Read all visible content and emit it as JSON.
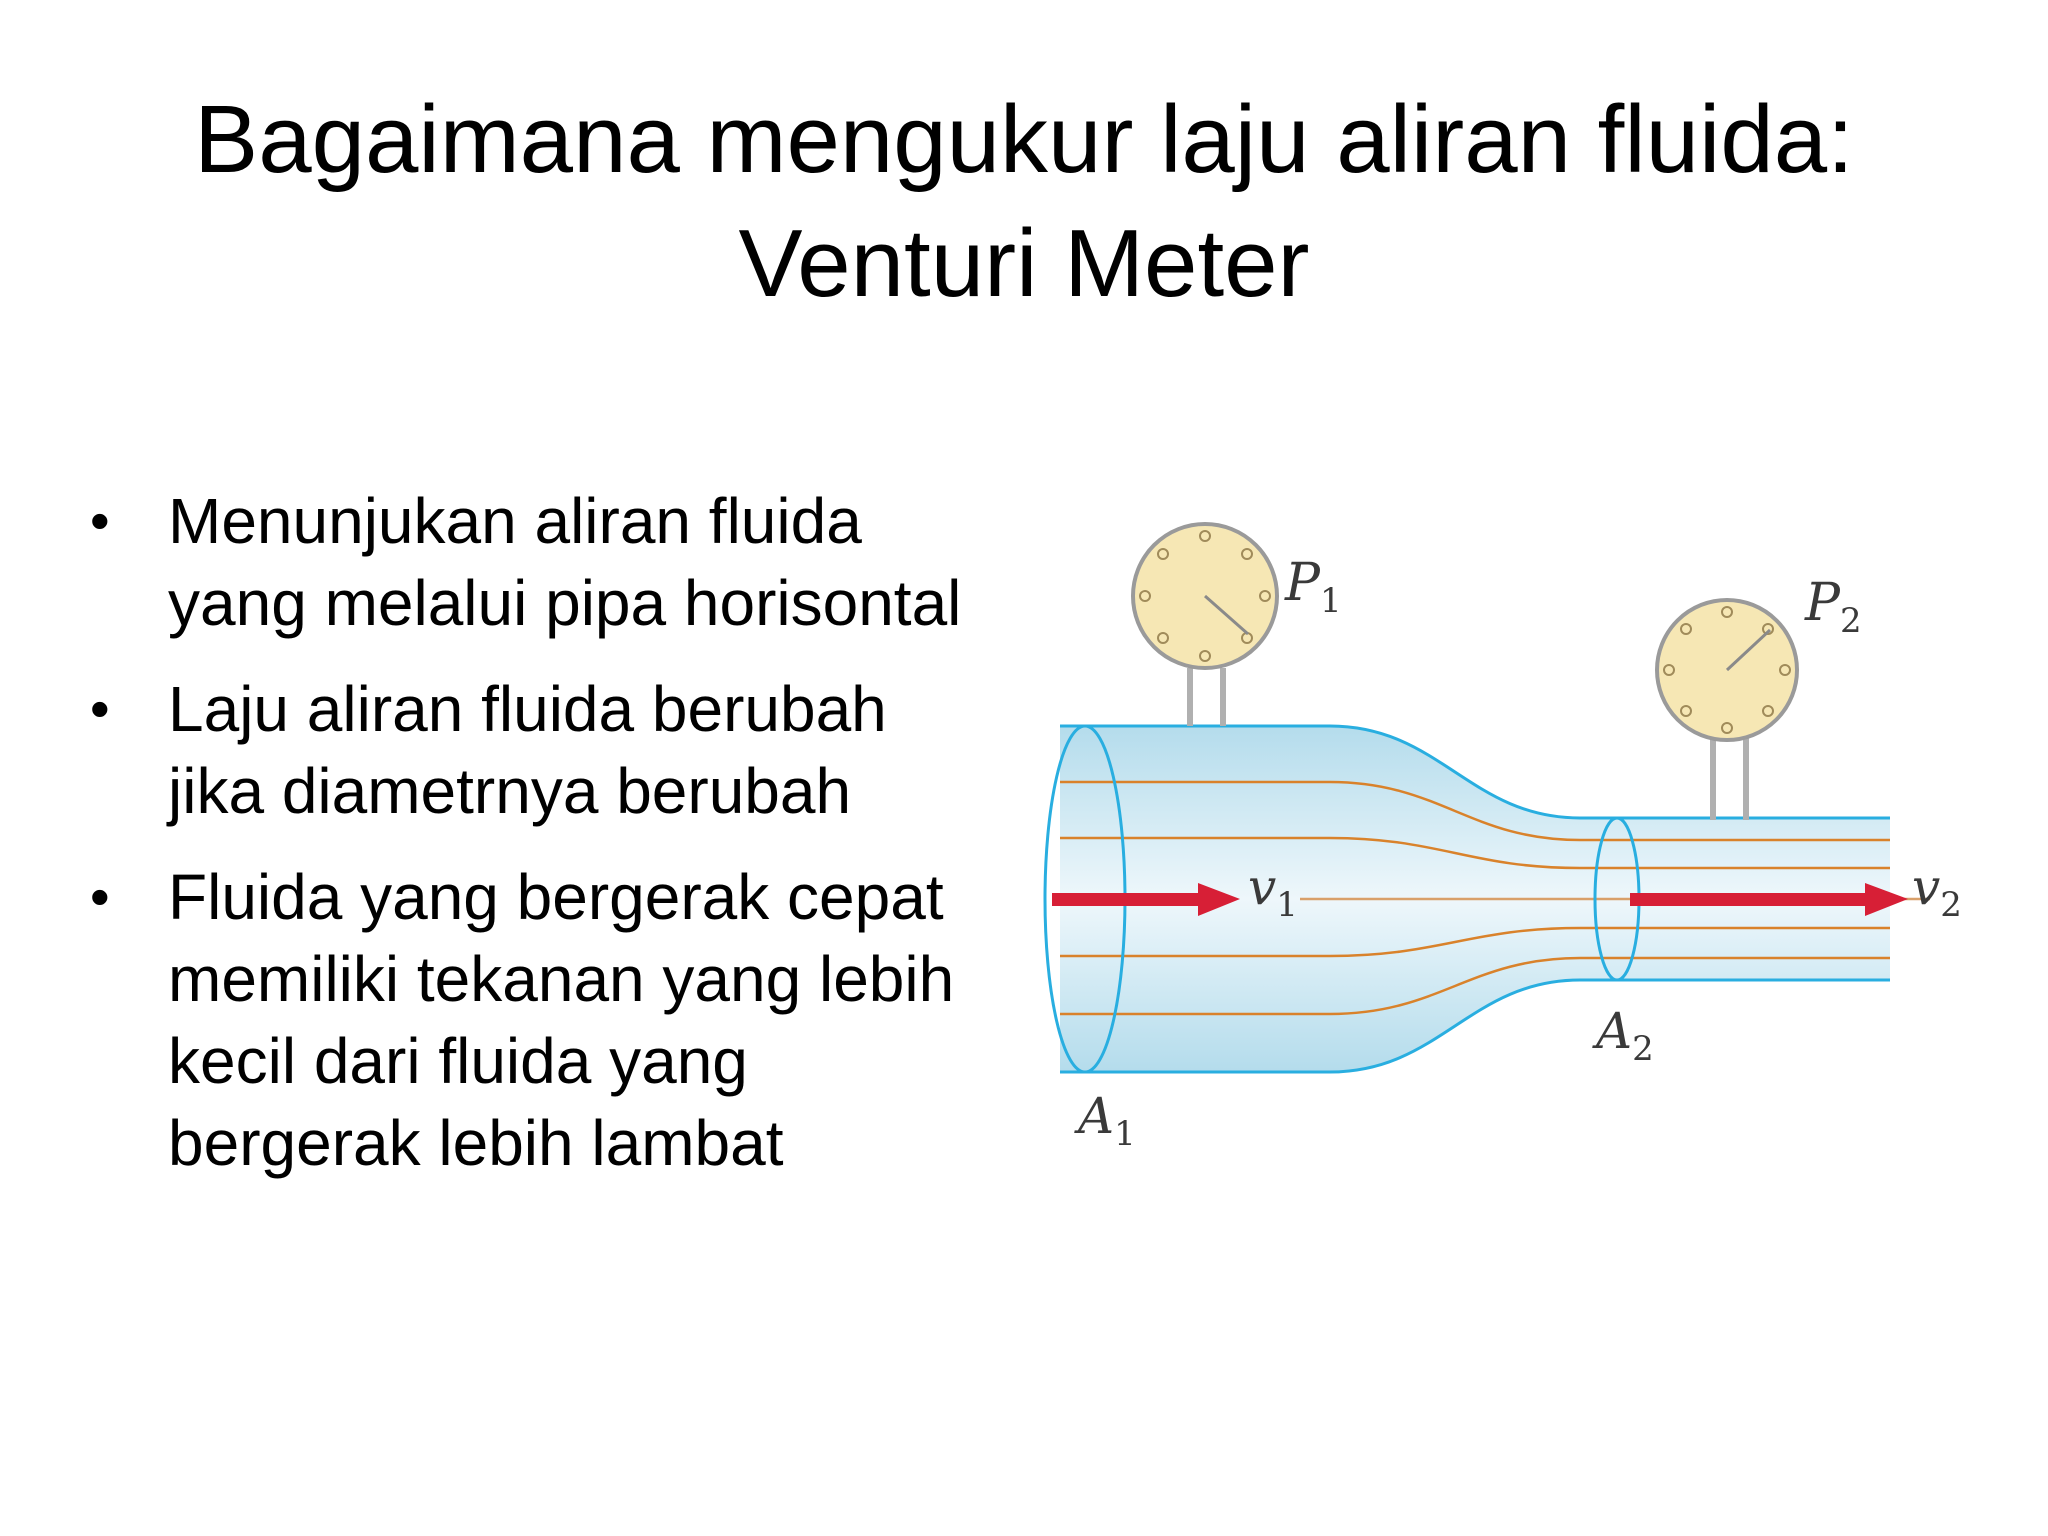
{
  "title": {
    "line1": "Bagaimana mengukur laju aliran fluida:",
    "line2": "Venturi Meter"
  },
  "bullets": [
    "Menunjukan aliran fluida yang melalui pipa horisontal",
    "Laju aliran fluida berubah jika diametrnya berubah",
    "Fluida yang bergerak cepat memiliki tekanan yang lebih kecil dari fluida yang bergerak lebih lambat"
  ],
  "bullet_symbol": "•",
  "diagram": {
    "labels": {
      "p1": "P",
      "p1_sub": "1",
      "p2": "P",
      "p2_sub": "2",
      "v1": "v",
      "v1_sub": "1",
      "v2": "v",
      "v2_sub": "2",
      "a1": "A",
      "a1_sub": "1",
      "a2": "A",
      "a2_sub": "2"
    },
    "colors": {
      "pipe_outline": "#29aee0",
      "pipe_fill": "#cde9f3",
      "streamline": "#d9822b",
      "arrow": "#d71f36",
      "gauge_face": "#f6e7b4",
      "gauge_rim": "#9a9a9a"
    }
  }
}
